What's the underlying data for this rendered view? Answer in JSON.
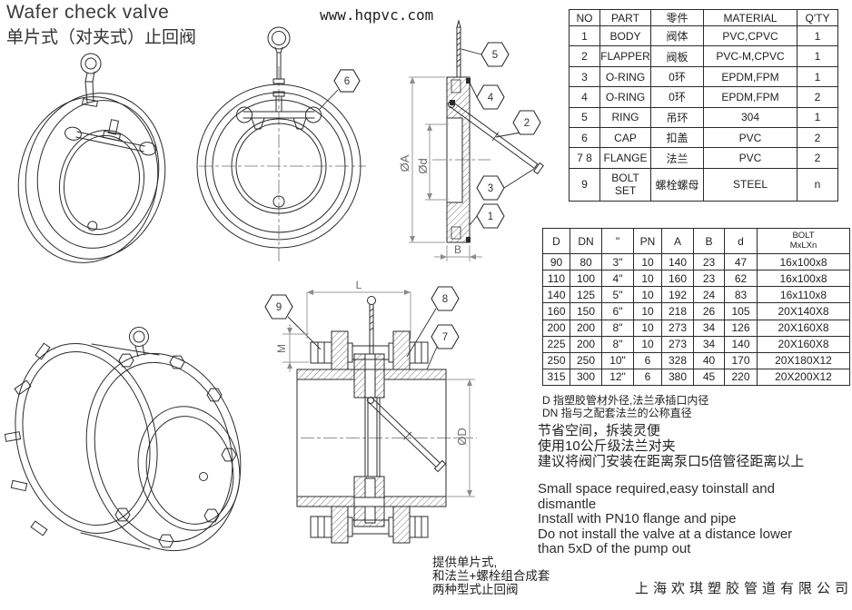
{
  "header": {
    "title_en": "Wafer check valve",
    "title_zh": "单片式（对夹式）止回阀",
    "website": "www.hqpvc.com"
  },
  "parts_table": {
    "headers": [
      "NO",
      "PART",
      "零件",
      "MATERIAL",
      "Q'TY"
    ],
    "rows": [
      [
        "1",
        "BODY",
        "阀体",
        "PVC,CPVC",
        "1"
      ],
      [
        "2",
        "FLAPPER",
        "阀板",
        "PVC-M,CPVC",
        "1"
      ],
      [
        "3",
        "O-RING",
        "0环",
        "EPDM,FPM",
        "1"
      ],
      [
        "4",
        "O-RING",
        "0环",
        "EPDM,FPM",
        "2"
      ],
      [
        "5",
        "RING",
        "吊环",
        "304",
        "1"
      ],
      [
        "6",
        "CAP",
        "扣盖",
        "PVC",
        "2"
      ],
      [
        "7 8",
        "FLANGE",
        "法兰",
        "PVC",
        "2"
      ],
      [
        "9",
        "BOLT SET",
        "螺栓螺母",
        "STEEL",
        "n"
      ]
    ]
  },
  "size_table": {
    "headers": [
      "D",
      "DN",
      "\"",
      "PN",
      "A",
      "B",
      "d",
      "BOLT\nMxLXn"
    ],
    "rows": [
      [
        "90",
        "80",
        "3\"",
        "10",
        "140",
        "23",
        "47",
        "16x100x8"
      ],
      [
        "110",
        "100",
        "4\"",
        "10",
        "160",
        "23",
        "62",
        "16x100x8"
      ],
      [
        "140",
        "125",
        "5\"",
        "10",
        "192",
        "24",
        "83",
        "16x110x8"
      ],
      [
        "160",
        "150",
        "6\"",
        "10",
        "218",
        "26",
        "105",
        "20X140X8"
      ],
      [
        "200",
        "200",
        "8\"",
        "10",
        "273",
        "34",
        "126",
        "20X160X8"
      ],
      [
        "225",
        "200",
        "8\"",
        "10",
        "273",
        "34",
        "140",
        "20X160X8"
      ],
      [
        "250",
        "250",
        "10\"",
        "6",
        "328",
        "40",
        "170",
        "20X180X12"
      ],
      [
        "315",
        "300",
        "12\"",
        "6",
        "380",
        "45",
        "220",
        "20X200X12"
      ]
    ]
  },
  "notes": {
    "d_note": "D 指塑胶管材外径,法兰承插口内径",
    "dn_note": "DN 指与之配套法兰的公称直径"
  },
  "remarks_zh": [
    "节省空间，拆装灵便",
    "使用10公斤级法兰对夹",
    "建议将阀门安装在距离泵口5倍管径距离以上"
  ],
  "remarks_en": [
    "Small space required,easy toinstall and",
    "dismantle",
    "Install with PN10 flange and pipe",
    "Do not install the valve at a distance lower",
    "than 5xD of the pump out"
  ],
  "footer": {
    "offer_lines": [
      "提供单片式,",
      "和法兰+螺栓组合成套",
      "两种型式止回阀"
    ],
    "company": "上海欢琪塑胶管道有限公司"
  },
  "drawings": {
    "callouts": {
      "c1": "1",
      "c2": "2",
      "c3": "3",
      "c4": "4",
      "c5": "5",
      "c6": "6",
      "c7": "7",
      "c8": "8",
      "c9": "9"
    },
    "dims": {
      "dA": "ØA",
      "dd": "Ød",
      "dB": "B",
      "dL": "L",
      "dM": "M",
      "dD": "ØD"
    }
  },
  "colors": {
    "line": "#2b2b2b",
    "dim_line": "#9b9b9b",
    "text": "#222222",
    "background": "#ffffff"
  }
}
